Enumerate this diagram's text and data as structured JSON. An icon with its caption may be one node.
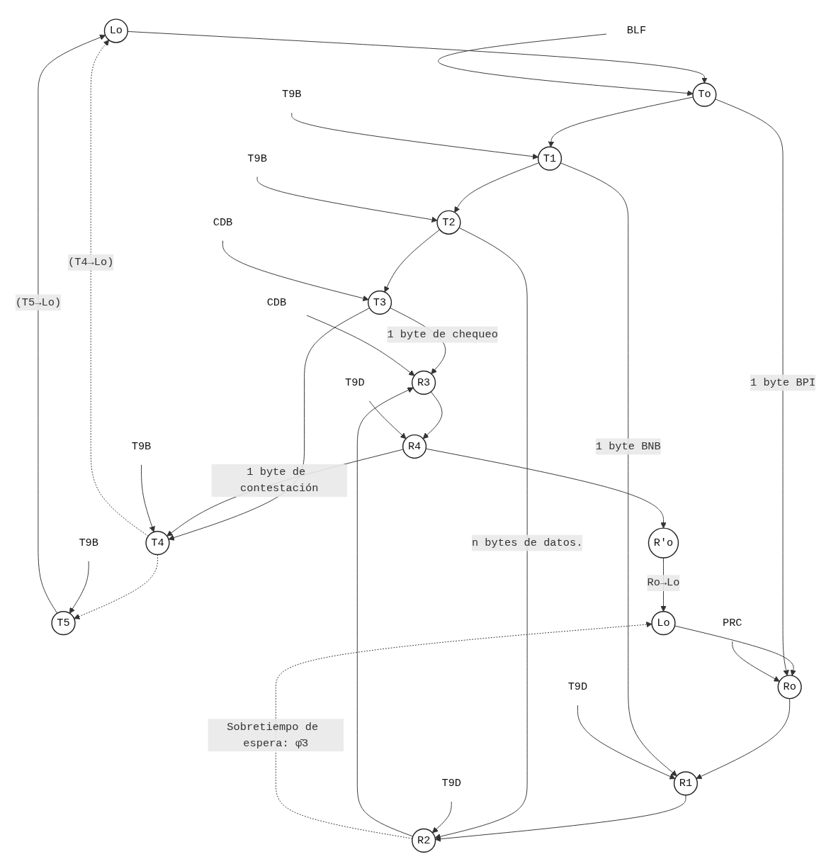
{
  "diagram": {
    "nodes": [
      {
        "text": [
          "Lo"
        ]
      },
      {
        "text": [
          "To"
        ]
      },
      {
        "text": [
          "T1"
        ]
      },
      {
        "text": [
          "T2"
        ]
      },
      {
        "text": [
          "T3"
        ]
      },
      {
        "text": [
          "T4"
        ]
      },
      {
        "text": [
          "T5"
        ]
      },
      {
        "text": [
          "Lo"
        ]
      },
      {
        "text": [
          "Ro"
        ]
      },
      {
        "text": [
          "R1"
        ]
      },
      {
        "text": [
          "R2"
        ]
      },
      {
        "text": [
          "R3"
        ]
      },
      {
        "text": [
          "R4"
        ]
      },
      {
        "text": [
          "R'o"
        ]
      },
      {
        "text": [
          "BLF"
        ]
      },
      {
        "text": [
          "T9B"
        ]
      },
      {
        "text": [
          "T9B"
        ]
      },
      {
        "text": [
          "CDB"
        ]
      },
      {
        "text": [
          "T9B"
        ]
      },
      {
        "text": [
          "T9B"
        ]
      },
      {
        "text": [
          "PRC"
        ]
      },
      {
        "text": [
          "T9D"
        ]
      },
      {
        "text": [
          "T9D"
        ]
      },
      {
        "text": [
          "CDB"
        ]
      },
      {
        "text": [
          "T9D"
        ]
      }
    ],
    "edges": [
      {
        "from": 0,
        "to": 1,
        "arrow": "to"
      },
      {
        "from": 1,
        "to": 2,
        "arrow": "to"
      },
      {
        "from": 2,
        "to": 3,
        "arrow": "to"
      },
      {
        "from": 3,
        "to": 4,
        "arrow": "to"
      },
      {
        "from": 4,
        "to": 5,
        "arrow": "to"
      },
      {
        "from": 5,
        "to": 6,
        "arrow": "to",
        "style": "dashed"
      },
      {
        "from": 5,
        "to": 0,
        "arrow": "to",
        "style": "dashed",
        "label": "(T4→Lo)"
      },
      {
        "from": 6,
        "to": 0,
        "arrow": "to",
        "label": "(T5→Lo)"
      },
      {
        "from": 7,
        "to": 8,
        "arrow": "to"
      },
      {
        "from": 8,
        "to": 9,
        "arrow": "to"
      },
      {
        "from": 9,
        "to": 10,
        "arrow": "to"
      },
      {
        "from": 10,
        "to": 11,
        "arrow": "to"
      },
      {
        "from": 11,
        "to": 12,
        "arrow": "to"
      },
      {
        "from": 12,
        "to": 13,
        "arrow": "to"
      },
      {
        "from": 10,
        "to": 7,
        "arrow": "to",
        "style": "dashed",
        "label": "Sobretiempo de espera: φ̄3"
      },
      {
        "from": 13,
        "to": 7,
        "arrow": "to",
        "label": "Ro→Lo"
      },
      {
        "from": 1,
        "to": 8,
        "arrow": "to",
        "label": "1 byte BPI"
      },
      {
        "from": 2,
        "to": 9,
        "arrow": "to",
        "label": "1 byte BNB"
      },
      {
        "from": 3,
        "to": 10,
        "arrow": "to",
        "label": "n bytes de datos."
      },
      {
        "from": 4,
        "to": 11,
        "arrow": "to",
        "label": "1 byte de chequeo"
      },
      {
        "from": 12,
        "to": 5,
        "arrow": "to",
        "label": "1 byte de contestación"
      },
      {
        "from": 14,
        "to": 1,
        "arrow": "to"
      },
      {
        "from": 15,
        "to": 2,
        "arrow": "to"
      },
      {
        "from": 16,
        "to": 3,
        "arrow": "to"
      },
      {
        "from": 17,
        "to": 4,
        "arrow": "to"
      },
      {
        "from": 18,
        "to": 5,
        "arrow": "to"
      },
      {
        "from": 19,
        "to": 6,
        "arrow": "to"
      },
      {
        "from": 20,
        "to": 8,
        "arrow": "to"
      },
      {
        "from": 21,
        "to": 9,
        "arrow": "to"
      },
      {
        "from": 22,
        "to": 10,
        "arrow": "to"
      },
      {
        "from": 23,
        "to": 11,
        "arrow": "to"
      },
      {
        "from": 24,
        "to": 12,
        "arrow": "to"
      }
    ]
  }
}
